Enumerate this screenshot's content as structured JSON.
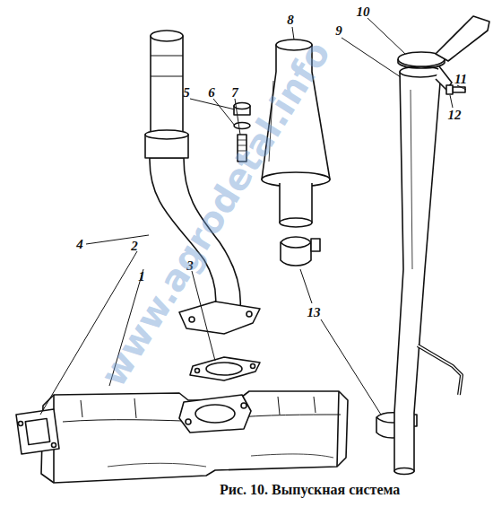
{
  "diagram": {
    "caption": "Рис. 10. Выпускная система",
    "labels": [
      "1",
      "2",
      "3",
      "4",
      "5",
      "6",
      "7",
      "8",
      "9",
      "10",
      "11",
      "12",
      "13",
      "www.agrodetal.info"
    ]
  }
}
